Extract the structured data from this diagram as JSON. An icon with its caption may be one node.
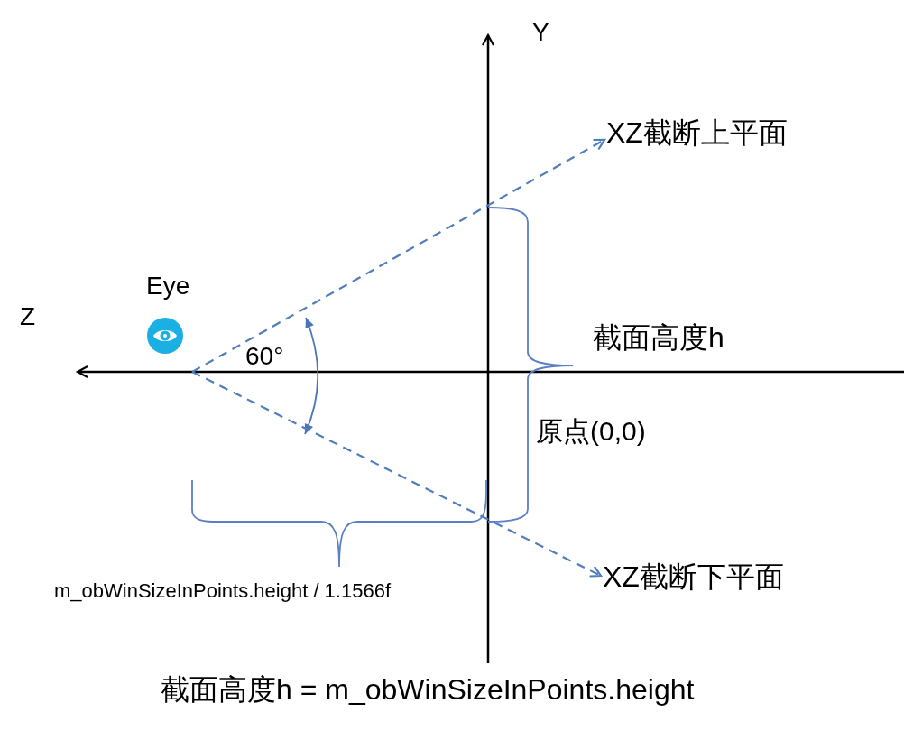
{
  "diagram": {
    "nodes": [
      {
        "text": [
          "XZ截断上平面"
        ]
      },
      {
        "text": [
          "XZ截断下平面"
        ]
      }
    ],
    "edges": [
      {
        "from": null,
        "to": 0,
        "arrow": "to",
        "style": "dashed"
      },
      {
        "from": null,
        "to": 1,
        "arrow": "to",
        "style": "dashed"
      }
    ],
    "labels": [
      "Y",
      "Eye",
      "Z",
      "截面高度h",
      "60°",
      "原点(0,0)",
      "m_obWinSizeInPoints.height / 1.1566f",
      "截面高度h = m_obWinSizeInPoints.height"
    ]
  }
}
